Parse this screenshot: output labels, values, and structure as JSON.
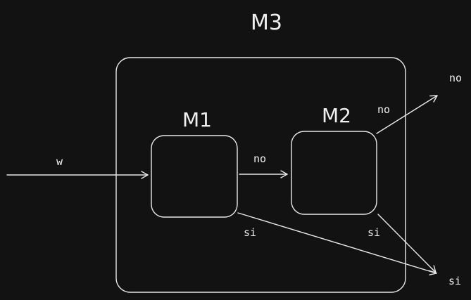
{
  "diagram": {
    "outer_title": "M3",
    "modules": [
      {
        "id": "m1",
        "label": "M1"
      },
      {
        "id": "m2",
        "label": "M2"
      }
    ],
    "edges": {
      "input_label": "w",
      "m1_to_m2_label": "no",
      "m1_to_si_label": "si",
      "m2_to_no_label": "no",
      "m2_to_si_label": "si"
    },
    "terminals": {
      "no_label": "no",
      "si_label": "si"
    },
    "colors": {
      "background": "#121212",
      "stroke": "#e8e8e8",
      "text": "#f0f0f0"
    }
  }
}
